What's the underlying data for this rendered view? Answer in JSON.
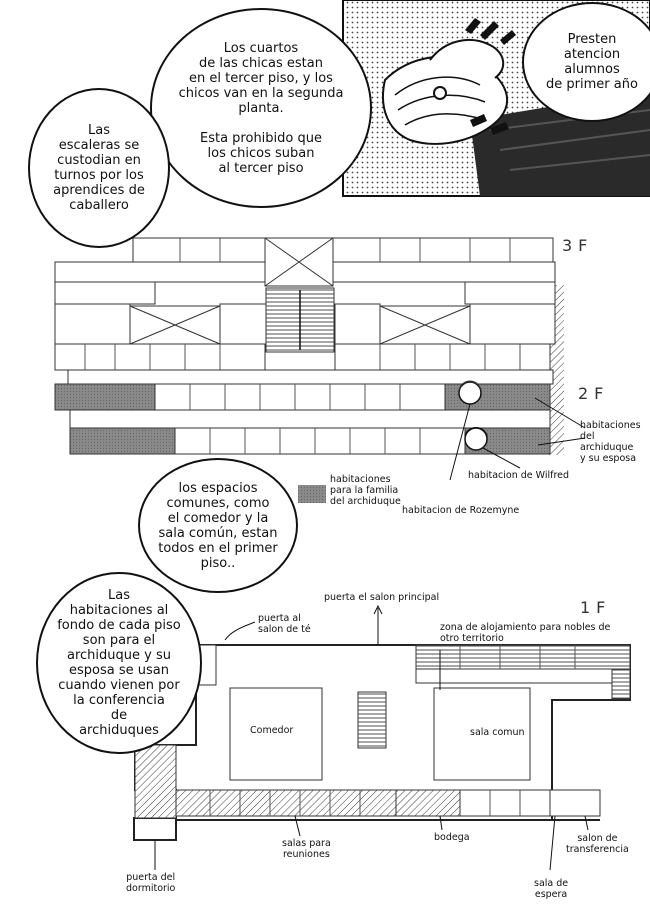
{
  "bubbles": {
    "top_center": "Los cuartos\nde las chicas estan\nen el tercer piso, y los\nchicos van en la segunda\nplanta.\n\nEsta prohibido que\nlos chicos suban\nal tercer piso",
    "top_left": "Las\nescaleras se\ncustodian en\nturnos por los\naprendices de\ncaballero",
    "top_right": "Presten\natencion\nalumnos\nde primer año",
    "middle": "los espacios\ncomunes, como\nel comedor y la\nsala común, estan\ntodos en el primer\npiso..",
    "bottom_left": "Las\nhabitaciones al\nfondo de cada piso\nson para el\narchiduque y su\nesposa se usan\ncuando vienen por\nla conferencia\nde\narchiduques"
  },
  "floors": {
    "third": "3F",
    "second": "2F",
    "first": "1F"
  },
  "labels": {
    "legend_family_rooms": "habitaciones\npara la familia\ndel archiduque",
    "archduke_rooms": "habitaciones\ndel archiduque\ny su esposa",
    "wilfred_room": "habitacion de Wilfred",
    "rozemyne_room": "habitacion de Rozemyne",
    "tea_room_door": "puerta al\nsalon de té",
    "main_hall_door": "puerta el salon principal",
    "other_territory_zone": "zona de alojamiento para nobles de\notro territorio",
    "dining_room": "Comedor",
    "common_room": "sala comun",
    "meeting_rooms": "salas para\nreuniones",
    "storage": "bodega",
    "transfer_room": "salon de\ntransferencia",
    "waiting_room": "sala de\nespera",
    "dorm_door": "puerta del\ndormitorio"
  }
}
